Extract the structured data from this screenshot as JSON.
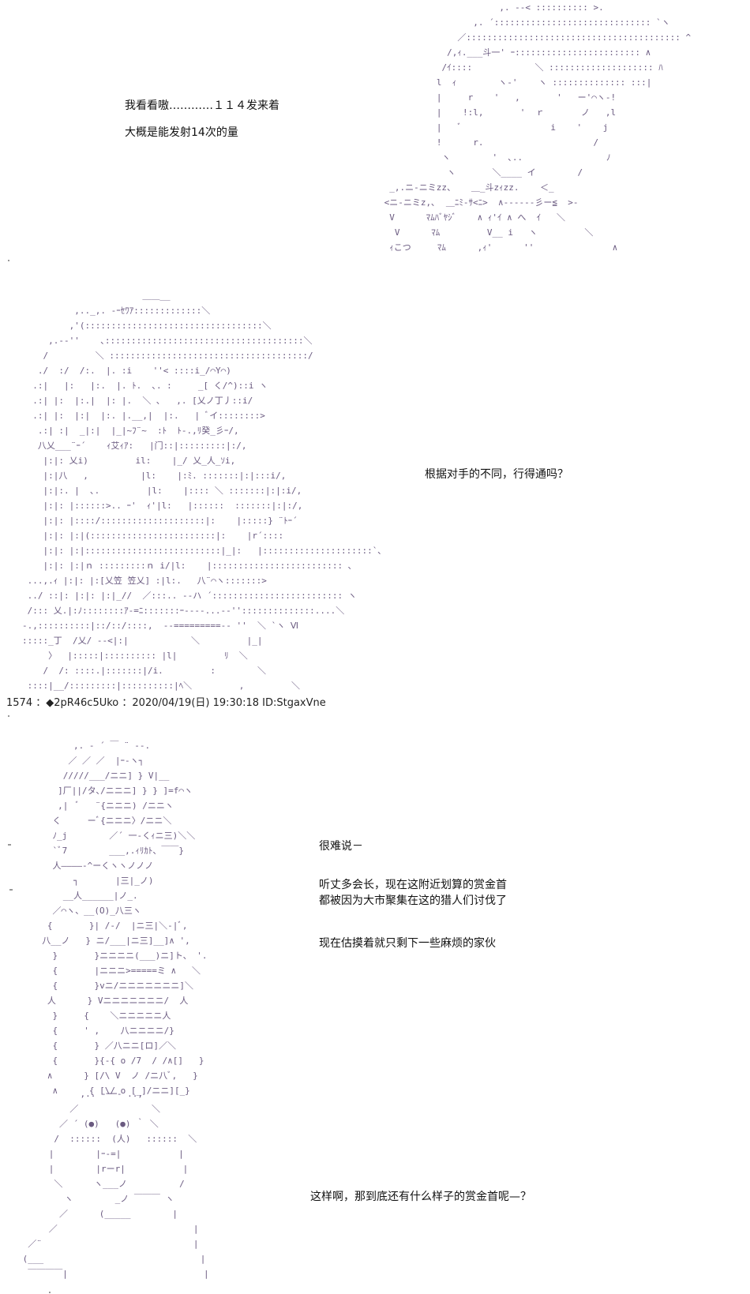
{
  "dialogue": {
    "line1": "我看看嗷…………１１４发来着",
    "line2": "大概是能发射14次的量",
    "line3": "根据对手的不同，行得通吗？",
    "line4": "很难说－",
    "line5": "听丈多会长，现在这附近划算的赏金首",
    "line6": "都被因为大市聚集在这的猎人们讨伐了",
    "line7": "现在估摸着就只剩下一些麻烦的家伙",
    "line8": "这样啊，那到底还有什么样子的赏金首呢—？"
  },
  "post_header": "1574 ：◆2pR46c5Uko ：2020/04/19(日) 19:30:18 ID:StgaxVne"
}
